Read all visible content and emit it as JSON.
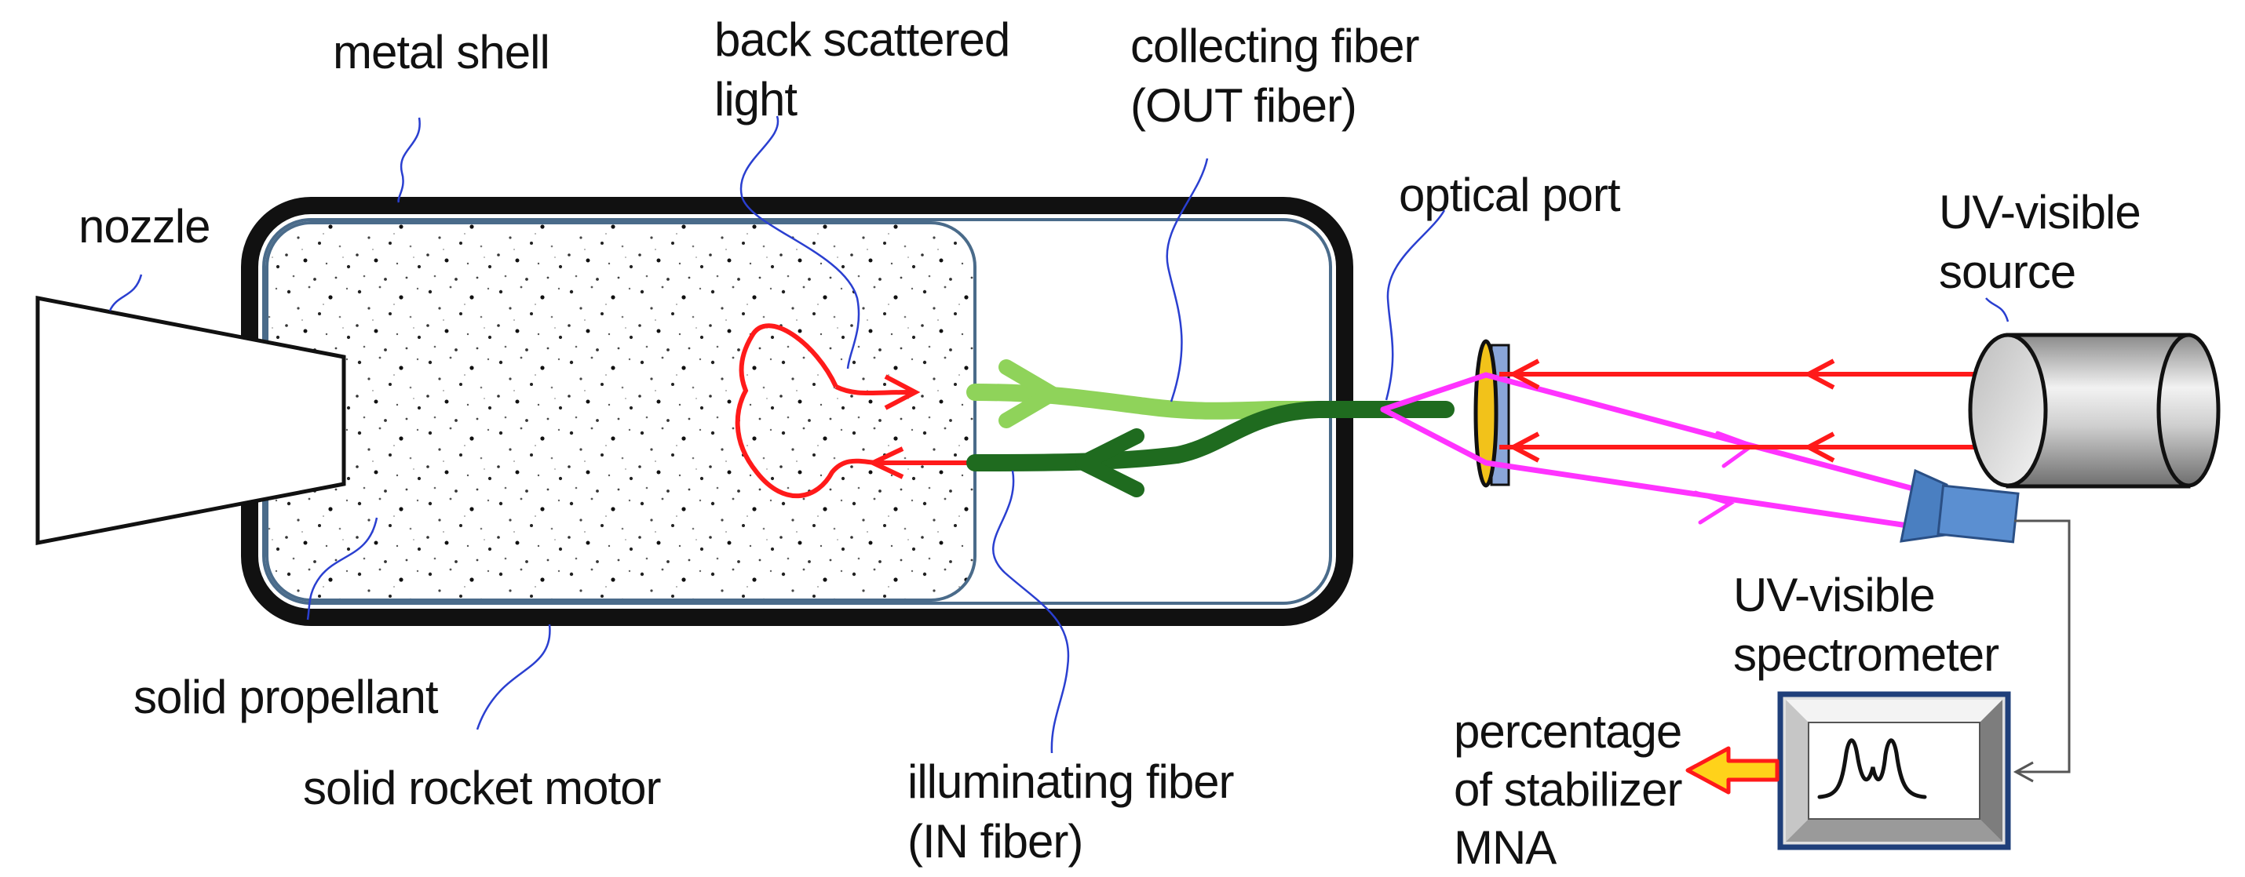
{
  "labels": {
    "metal_shell": "metal shell",
    "back_scattered_line1": "back scattered",
    "back_scattered_line2": "light",
    "collecting_fiber_line1": "collecting fiber",
    "collecting_fiber_line2": "(OUT fiber)",
    "nozzle": "nozzle",
    "optical_port": "optical port",
    "uv_source_line1": "UV-visible",
    "uv_source_line2": "source",
    "uv_spectrometer_line1": "UV-visible",
    "uv_spectrometer_line2": "spectrometer",
    "solid_propellant": "solid propellant",
    "solid_rocket_motor": "solid rocket motor",
    "illuminating_fiber_line1": "illuminating fiber",
    "illuminating_fiber_line2": "(IN fiber)",
    "percentage_line1": "percentage",
    "percentage_line2": "of stabilizer",
    "percentage_line3": "MNA"
  },
  "colors": {
    "light_beam": "#ff1a1a",
    "reflected_beam": "#ff33ff",
    "collecting_fiber": "#8fd35a",
    "illuminating_fiber": "#1f6b1f",
    "casing": "#111111",
    "liner": "#4a6b8a",
    "port_lens": "#f2c21a",
    "spectrometer_probe": "#4a7fc1",
    "output_arrow": "#ffd21a",
    "leader_lines": "#2a3fd0"
  }
}
